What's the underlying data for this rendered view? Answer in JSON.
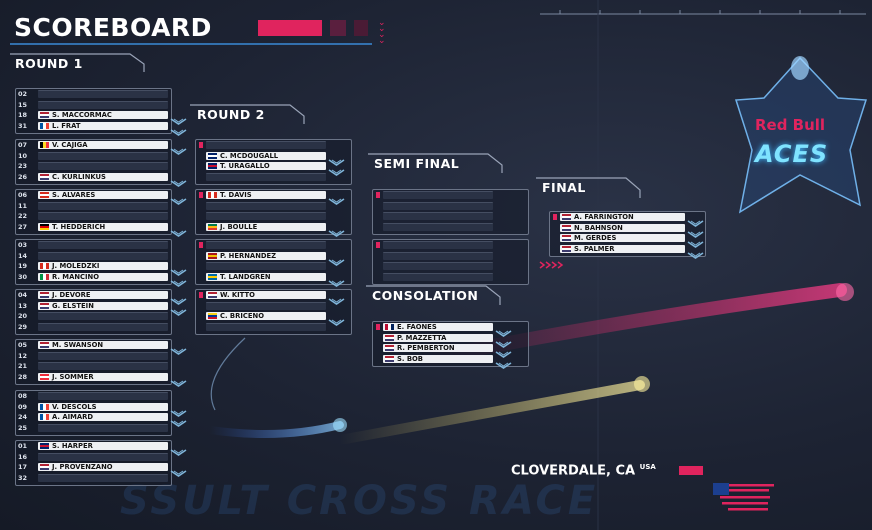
{
  "title": "SCOREBOARD",
  "location": {
    "city": "CLOVERDALE, CA",
    "country": "USA"
  },
  "logo": {
    "brand": "Red Bull",
    "name": "ACES"
  },
  "background_text": "SSULT CROSS RACE",
  "colors": {
    "accent": "#e0245e",
    "panel": "#1d2333",
    "name_bar": "#eef0f3",
    "chevron": "#7fb4d9"
  },
  "rounds": [
    {
      "label": "ROUND 1",
      "heats": [
        {
          "rows": [
            {
              "seed": "02",
              "name": "",
              "flag": ""
            },
            {
              "seed": "15",
              "name": "",
              "flag": ""
            },
            {
              "seed": "18",
              "name": "S. MACCORMAC",
              "flag": "us"
            },
            {
              "seed": "31",
              "name": "L. FRAT",
              "flag": "fr"
            }
          ]
        },
        {
          "rows": [
            {
              "seed": "07",
              "name": "V. CAJIGA",
              "flag": "be"
            },
            {
              "seed": "10",
              "name": "",
              "flag": ""
            },
            {
              "seed": "23",
              "name": "",
              "flag": ""
            },
            {
              "seed": "26",
              "name": "C. KURLINKUS",
              "flag": "us"
            }
          ]
        },
        {
          "rows": [
            {
              "seed": "06",
              "name": "S. ALVARES",
              "flag": "ch"
            },
            {
              "seed": "11",
              "name": "",
              "flag": ""
            },
            {
              "seed": "22",
              "name": "",
              "flag": ""
            },
            {
              "seed": "27",
              "name": "T. HEDDERICH",
              "flag": "de"
            }
          ]
        },
        {
          "rows": [
            {
              "seed": "03",
              "name": "",
              "flag": ""
            },
            {
              "seed": "14",
              "name": "",
              "flag": ""
            },
            {
              "seed": "19",
              "name": "J. MOLEDZKI",
              "flag": "ca"
            },
            {
              "seed": "30",
              "name": "R. MANCINO",
              "flag": "it"
            }
          ]
        },
        {
          "rows": [
            {
              "seed": "04",
              "name": "J. DEVORE",
              "flag": "us"
            },
            {
              "seed": "13",
              "name": "G. ELSTEIN",
              "flag": "us"
            },
            {
              "seed": "20",
              "name": "",
              "flag": ""
            },
            {
              "seed": "29",
              "name": "",
              "flag": ""
            }
          ]
        },
        {
          "rows": [
            {
              "seed": "05",
              "name": "M. SWANSON",
              "flag": "us"
            },
            {
              "seed": "12",
              "name": "",
              "flag": ""
            },
            {
              "seed": "21",
              "name": "",
              "flag": ""
            },
            {
              "seed": "28",
              "name": "J. SOMMER",
              "flag": "at"
            }
          ]
        },
        {
          "rows": [
            {
              "seed": "08",
              "name": "",
              "flag": ""
            },
            {
              "seed": "09",
              "name": "V. DESCOLS",
              "flag": "fr"
            },
            {
              "seed": "24",
              "name": "A. AIMARD",
              "flag": "fr"
            },
            {
              "seed": "25",
              "name": "",
              "flag": ""
            }
          ]
        },
        {
          "rows": [
            {
              "seed": "01",
              "name": "S. HARPER",
              "flag": "gb"
            },
            {
              "seed": "16",
              "name": "",
              "flag": ""
            },
            {
              "seed": "17",
              "name": "J. PROVENZANO",
              "flag": "us"
            },
            {
              "seed": "32",
              "name": "",
              "flag": ""
            }
          ]
        }
      ]
    },
    {
      "label": "ROUND 2",
      "heats": [
        {
          "rows": [
            {
              "seed": "",
              "name": "",
              "flag": ""
            },
            {
              "seed": "",
              "name": "C. MCDOUGALL",
              "flag": "au"
            },
            {
              "seed": "",
              "name": "T. URAGALLO",
              "flag": "gb"
            },
            {
              "seed": "",
              "name": "",
              "flag": ""
            }
          ]
        },
        {
          "rows": [
            {
              "seed": "",
              "name": "T. DAVIS",
              "flag": "ca"
            },
            {
              "seed": "",
              "name": "",
              "flag": ""
            },
            {
              "seed": "",
              "name": "",
              "flag": ""
            },
            {
              "seed": "",
              "name": "J. BOULLE",
              "flag": "za"
            }
          ]
        },
        {
          "rows": [
            {
              "seed": "",
              "name": "",
              "flag": ""
            },
            {
              "seed": "",
              "name": "P. HERNANDEZ",
              "flag": "es"
            },
            {
              "seed": "",
              "name": "",
              "flag": ""
            },
            {
              "seed": "",
              "name": "T. LANDGREN",
              "flag": "se"
            }
          ]
        },
        {
          "rows": [
            {
              "seed": "",
              "name": "W. KITTO",
              "flag": "us"
            },
            {
              "seed": "",
              "name": "",
              "flag": ""
            },
            {
              "seed": "",
              "name": "C. BRICENO",
              "flag": "co"
            },
            {
              "seed": "",
              "name": "",
              "flag": ""
            }
          ]
        }
      ]
    },
    {
      "label": "SEMI FINAL",
      "heats": [
        {
          "rows": [
            {
              "seed": "",
              "name": "",
              "flag": ""
            },
            {
              "seed": "",
              "name": "",
              "flag": ""
            },
            {
              "seed": "",
              "name": "",
              "flag": ""
            },
            {
              "seed": "",
              "name": "",
              "flag": ""
            }
          ]
        },
        {
          "rows": [
            {
              "seed": "",
              "name": "",
              "flag": ""
            },
            {
              "seed": "",
              "name": "",
              "flag": ""
            },
            {
              "seed": "",
              "name": "",
              "flag": ""
            },
            {
              "seed": "",
              "name": "",
              "flag": ""
            }
          ]
        }
      ]
    },
    {
      "label": "FINAL",
      "heats": [
        {
          "rows": [
            {
              "seed": "",
              "name": "A. FARRINGTON",
              "flag": "us"
            },
            {
              "seed": "",
              "name": "N. BAHNSON",
              "flag": "us"
            },
            {
              "seed": "",
              "name": "M. GERDES",
              "flag": "us"
            },
            {
              "seed": "",
              "name": "S. PALMER",
              "flag": "us"
            }
          ]
        }
      ]
    },
    {
      "label": "CONSOLATION",
      "heats": [
        {
          "rows": [
            {
              "seed": "",
              "name": "E. FAONES",
              "flag": "no"
            },
            {
              "seed": "",
              "name": "P. MAZZETTA",
              "flag": "us"
            },
            {
              "seed": "",
              "name": "R. PEMBERTON",
              "flag": "us"
            },
            {
              "seed": "",
              "name": "S. BOB",
              "flag": "us"
            }
          ]
        }
      ]
    }
  ]
}
